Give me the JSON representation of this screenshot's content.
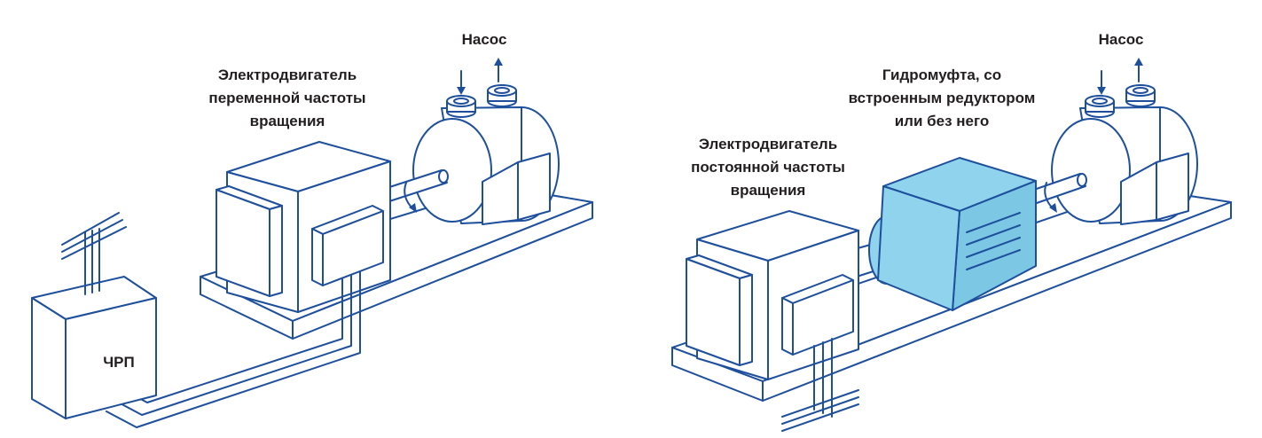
{
  "left_scheme": {
    "pump_label": "Насос",
    "motor_label": [
      "Электродвигатель",
      "переменной частоты",
      "вращения"
    ],
    "vfd_label": "ЧРП"
  },
  "right_scheme": {
    "pump_label": "Насос",
    "coupling_label": [
      "Гидромуфта, со",
      "встроенным редуктором",
      "или без него"
    ],
    "motor_label": [
      "Электродвигатель",
      "постоянной частоты",
      "вращения"
    ]
  },
  "colors": {
    "line": "#1e4f9c",
    "coupling_fill": "#8fd3ec",
    "text": "#231f20"
  }
}
